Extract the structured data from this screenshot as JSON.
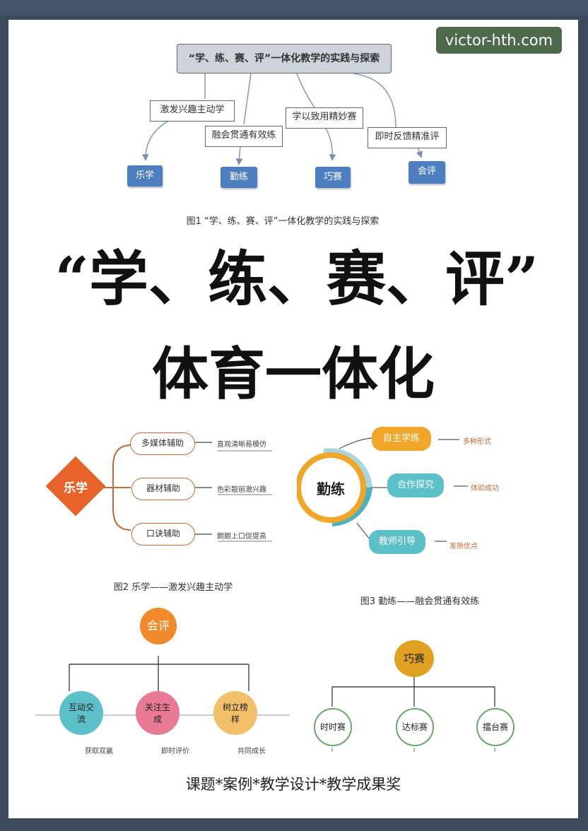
{
  "watermark": "victor-hth.com",
  "fig1": {
    "root": "“学、练、赛、评”一体化教学的实践与探索",
    "edges": [
      "激发兴趣主动学",
      "融会贯通有效练",
      "学以致用精妙赛",
      "即时反馈精准评"
    ],
    "nodes": [
      "乐学",
      "勤练",
      "巧赛",
      "会评"
    ],
    "caption": "图1 “学、练、赛、评”一体化教学的实践与探索"
  },
  "headline": {
    "line1": "“学、练、赛、评”",
    "line2": "体育一体化"
  },
  "fig2": {
    "center": "乐学",
    "branches": [
      "多媒体辅助",
      "器材辅助",
      "口诀辅助"
    ],
    "notes": [
      "直观清晰易模仿",
      "色彩靓丽激兴趣",
      "朗朗上口促提高"
    ],
    "caption": "图2 乐学——激发兴趣主动学"
  },
  "fig3": {
    "center": "勤练",
    "branches": [
      "自主学练",
      "合作探究",
      "教师引导"
    ],
    "notes": [
      "多种形式",
      "体验成功",
      "发扬优点"
    ],
    "caption": "图3 勤练——融会贯通有效练"
  },
  "fig4": {
    "root": "会评",
    "children": [
      "互动交流",
      "关注生成",
      "树立榜样"
    ],
    "notes": [
      "获取双赢",
      "即时评价",
      "共同成长"
    ]
  },
  "fig5": {
    "root": "巧赛",
    "children": [
      "时时赛",
      "达标赛",
      "擂台赛"
    ]
  },
  "footer": "课题*案例*教学设计*教学成果奖",
  "colors": {
    "blue": "#4d7fc0",
    "orange": "#e8632a",
    "gold": "#f0a628",
    "teal": "#5cc0c8",
    "pink": "#e87a96",
    "green": "#6aa86a"
  }
}
